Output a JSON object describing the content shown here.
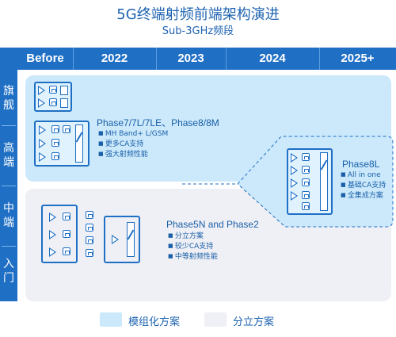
{
  "title": "5G终端射频前端架构演进",
  "subtitle": "Sub-3GHz频段",
  "timeline": {
    "before": "Before",
    "y2022": "2022",
    "y2023": "2023",
    "y2024": "2024",
    "y2025": "2025+"
  },
  "sidebar": {
    "flagship": "旗\n舰",
    "high": "高\n端",
    "mid": "中\n端",
    "entry": "入\n门"
  },
  "flagship_group": {
    "title": "Phase7/7L/7LE、Phase8/8M",
    "bullets": [
      "MH Band+ L/GSM",
      "更多CA支持",
      "强大射频性能"
    ]
  },
  "phase8l": {
    "title": "Phase8L",
    "bullets": [
      "All in one",
      "基础CA支持",
      "全集成方案"
    ]
  },
  "entry_group": {
    "title": "Phase5N and Phase2",
    "bullets": [
      "分立方案",
      "较少CA支持",
      "中等射频性能"
    ]
  },
  "legend": {
    "modular": "模组化方案",
    "discrete": "分立方案",
    "modular_color": "#cbe9fb",
    "discrete_color": "#eff0f5"
  }
}
